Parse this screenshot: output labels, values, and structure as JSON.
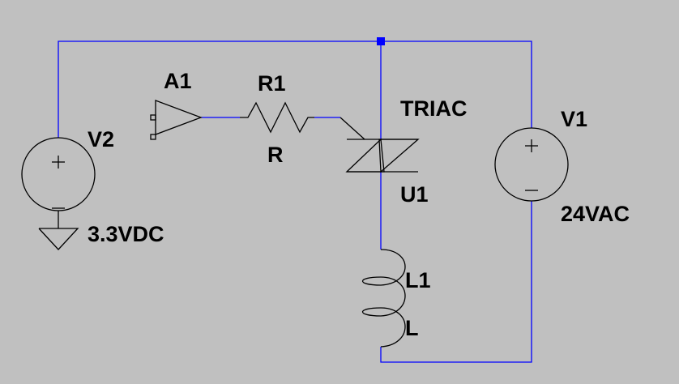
{
  "colors": {
    "background": "#c0c0c0",
    "wire": "#0000ff",
    "component": "#000000",
    "junction": "#0000ff"
  },
  "components": {
    "v2": {
      "name": "V2",
      "value": "3.3VDC"
    },
    "a1": {
      "name": "A1"
    },
    "r1": {
      "name": "R1",
      "value": "R"
    },
    "u1": {
      "name": "U1",
      "value": "TRIAC"
    },
    "v1": {
      "name": "V1",
      "value": "24VAC"
    },
    "l1": {
      "name": "L1",
      "value": "L"
    }
  }
}
